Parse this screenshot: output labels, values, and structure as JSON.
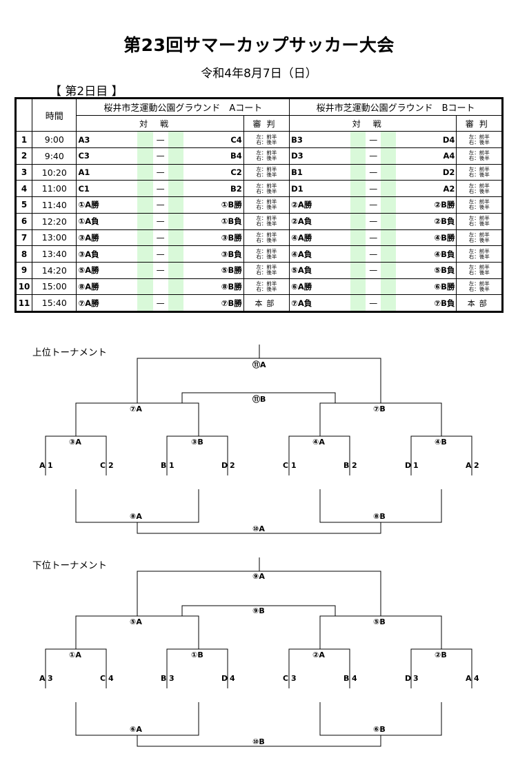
{
  "title": "第23回サマーカップサッカー大会",
  "date": "令和4年8月7日（日）",
  "day_label": "【 第2日目 】",
  "table": {
    "header_time": "時間",
    "court_a": "桜井市芝運動公園グラウンド　Aコート",
    "court_b": "桜井市芝運動公園グラウンド　Bコート",
    "match_header": "対戦",
    "ref_header": "審判",
    "ref_note": [
      "左：前半",
      "右：後半"
    ],
    "ref_hq": "本部",
    "rows": [
      {
        "no": "1",
        "time": "9:00",
        "a1": "A3",
        "a2": "C4",
        "b1": "B3",
        "b2": "D4",
        "dashA": "—",
        "dashB": "—",
        "refA": "note",
        "refB": "note"
      },
      {
        "no": "2",
        "time": "9:40",
        "a1": "C3",
        "a2": "B4",
        "b1": "D3",
        "b2": "A4",
        "dashA": "—",
        "dashB": "—",
        "refA": "note",
        "refB": "note"
      },
      {
        "no": "3",
        "time": "10:20",
        "a1": "A1",
        "a2": "C2",
        "b1": "B1",
        "b2": "D2",
        "dashA": "—",
        "dashB": "—",
        "refA": "note",
        "refB": "note"
      },
      {
        "no": "4",
        "time": "11:00",
        "a1": "C1",
        "a2": "B2",
        "b1": "D1",
        "b2": "A2",
        "dashA": "—",
        "dashB": "—",
        "refA": "note",
        "refB": "note"
      },
      {
        "no": "5",
        "time": "11:40",
        "a1": "①A勝",
        "a2": "①B勝",
        "b1": "②A勝",
        "b2": "②B勝",
        "dashA": "—",
        "dashB": "—",
        "refA": "note",
        "refB": "note"
      },
      {
        "no": "6",
        "time": "12:20",
        "a1": "①A負",
        "a2": "①B負",
        "b1": "②A負",
        "b2": "②B負",
        "dashA": "—",
        "dashB": "—",
        "refA": "note",
        "refB": "note"
      },
      {
        "no": "7",
        "time": "13:00",
        "a1": "③A勝",
        "a2": "③B勝",
        "b1": "④A勝",
        "b2": "④B勝",
        "dashA": "—",
        "dashB": "—",
        "refA": "note",
        "refB": "note"
      },
      {
        "no": "8",
        "time": "13:40",
        "a1": "③A負",
        "a2": "③B負",
        "b1": "④A負",
        "b2": "④B負",
        "dashA": "—",
        "dashB": "—",
        "refA": "note",
        "refB": "note"
      },
      {
        "no": "9",
        "time": "14:20",
        "a1": "⑤A勝",
        "a2": "⑤B勝",
        "b1": "⑤A負",
        "b2": "⑤B負",
        "dashA": "—",
        "dashB": "—",
        "refA": "note",
        "refB": "note"
      },
      {
        "no": "10",
        "time": "15:00",
        "a1": "⑧A勝",
        "a2": "⑧B勝",
        "b1": "⑥A勝",
        "b2": "⑥B勝",
        "dashA": "",
        "dashB": "",
        "refA": "note",
        "refB": "note"
      },
      {
        "no": "11",
        "time": "15:40",
        "a1": "⑦A勝",
        "a2": "⑦B勝",
        "b1": "⑦A負",
        "b2": "⑦B負",
        "dashA": "—",
        "dashB": "—",
        "refA": "hq",
        "refB": "hq"
      }
    ]
  },
  "upper": {
    "label": "上位トーナメント",
    "m11a": "⑪A",
    "m11b": "⑪B",
    "m7a": "⑦A",
    "m7b": "⑦B",
    "m3a": "③A",
    "m3b": "③B",
    "m4a": "④A",
    "m4b": "④B",
    "m8a": "⑧A",
    "m8b": "⑧B",
    "m10a": "⑩A",
    "teams": [
      [
        "A",
        "1"
      ],
      [
        "C",
        "2"
      ],
      [
        "B",
        "1"
      ],
      [
        "D",
        "2"
      ],
      [
        "C",
        "1"
      ],
      [
        "B",
        "2"
      ],
      [
        "D",
        "1"
      ],
      [
        "A",
        "2"
      ]
    ]
  },
  "lower": {
    "label": "下位トーナメント",
    "m9a": "⑨A",
    "m9b": "⑨B",
    "m5a": "⑤A",
    "m5b": "⑤B",
    "m1a": "①A",
    "m1b": "①B",
    "m2a": "②A",
    "m2b": "②B",
    "m6a": "⑥A",
    "m6b": "⑥B",
    "m10b": "⑩B",
    "teams": [
      [
        "A",
        "3"
      ],
      [
        "C",
        "4"
      ],
      [
        "B",
        "3"
      ],
      [
        "D",
        "4"
      ],
      [
        "C",
        "3"
      ],
      [
        "B",
        "4"
      ],
      [
        "D",
        "3"
      ],
      [
        "A",
        "4"
      ]
    ]
  }
}
